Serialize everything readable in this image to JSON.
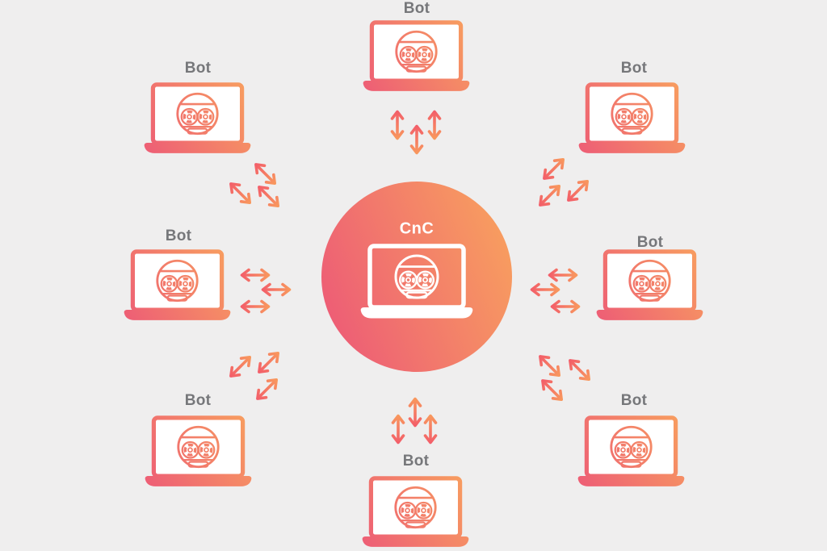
{
  "diagram": {
    "type": "botnet-command-and-control",
    "center": {
      "label": "CnC"
    },
    "bots": [
      {
        "position": "top",
        "label": "Bot"
      },
      {
        "position": "top-left",
        "label": "Bot"
      },
      {
        "position": "top-right",
        "label": "Bot"
      },
      {
        "position": "left",
        "label": "Bot"
      },
      {
        "position": "right",
        "label": "Bot"
      },
      {
        "position": "bottom-left",
        "label": "Bot"
      },
      {
        "position": "bottom-right",
        "label": "Bot"
      },
      {
        "position": "bottom",
        "label": "Bot"
      }
    ]
  },
  "colors": {
    "background": "#efeeee",
    "gradient_pink": "#ed5c76",
    "gradient_orange": "#f89e5f",
    "arrow_pink": "#f2566b",
    "arrow_orange": "#f9a05c",
    "label_gray": "#76777a",
    "white": "#ffffff"
  }
}
